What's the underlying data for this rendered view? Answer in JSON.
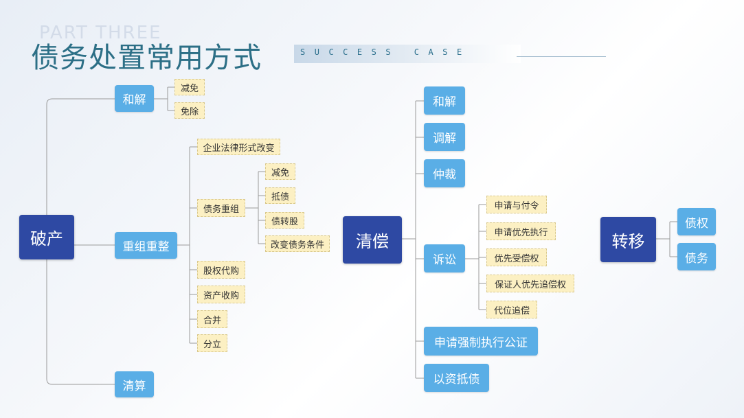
{
  "header": {
    "ghost_text": "PART THREE",
    "title": "债务处置常用方式",
    "tagline": "SUCCESS CASE"
  },
  "mindmap": {
    "bankruptcy": {
      "label": "破产",
      "settlement": {
        "label": "和解",
        "items": [
          "减免",
          "免除"
        ]
      },
      "reorg": {
        "label": "重组重整",
        "items": [
          "企业法律形式改变",
          "债务重组",
          "股权代购",
          "资产收购",
          "合并",
          "分立"
        ],
        "debt_restructure_items": [
          "减免",
          "抵债",
          "债转股",
          "改变债务条件"
        ]
      },
      "liquidation": {
        "label": "清算"
      }
    },
    "repayment": {
      "label": "清偿",
      "items": [
        "和解",
        "调解",
        "仲裁",
        "诉讼",
        "申请强制执行公证",
        "以资抵债"
      ],
      "litigation_items": [
        "申请与付令",
        "申请优先执行",
        "优先受偿权",
        "保证人优先追偿权",
        "代位追偿"
      ]
    },
    "transfer": {
      "label": "转移",
      "items": [
        "债权",
        "债务"
      ]
    }
  },
  "colors": {
    "root": "#2e49a3",
    "branch": "#5aaee6",
    "leaf": "#fcf0c3",
    "title": "#2c6f86"
  }
}
